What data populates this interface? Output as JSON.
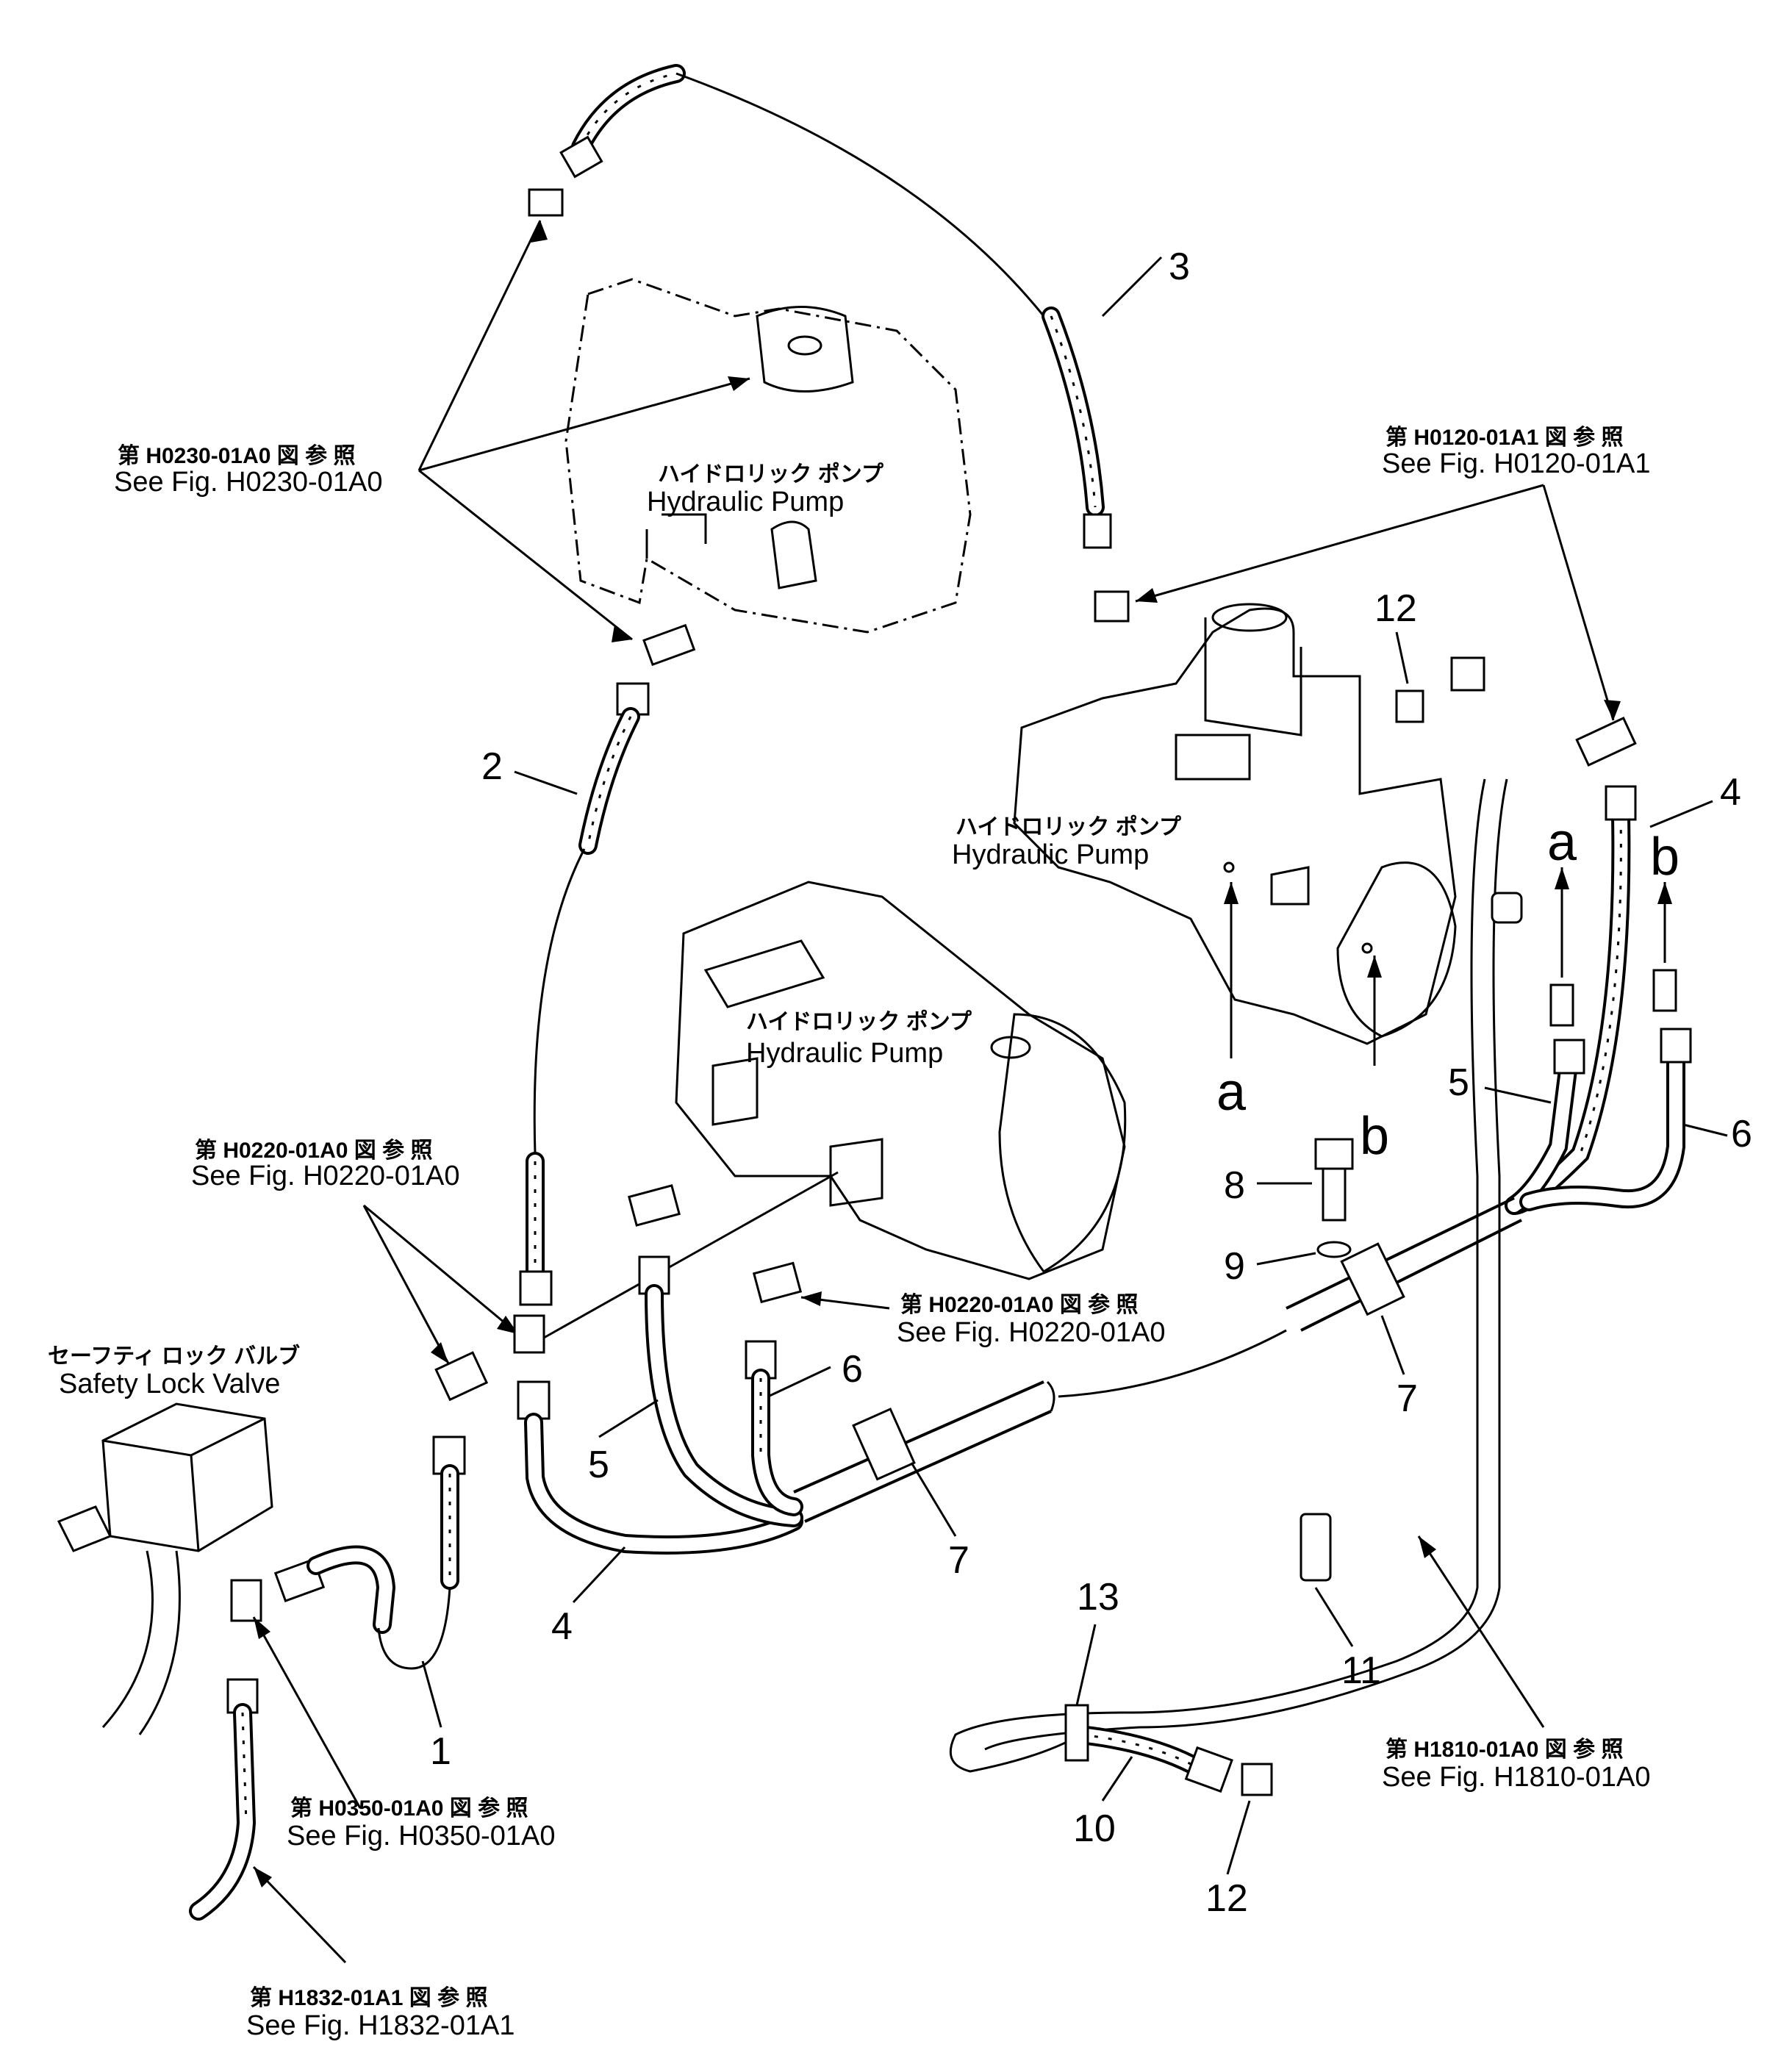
{
  "refs": {
    "h0230": {
      "jp": "第 H0230-01A0 図 参 照",
      "en": "See Fig. H0230-01A0"
    },
    "h0120": {
      "jp": "第 H0120-01A1 図 参 照",
      "en": "See Fig. H0120-01A1"
    },
    "h0220a": {
      "jp": "第 H0220-01A0 図 参 照",
      "en": "See Fig. H0220-01A0"
    },
    "h0220b": {
      "jp": "第 H0220-01A0 図 参 照",
      "en": "See Fig. H0220-01A0"
    },
    "h0350": {
      "jp": "第 H0350-01A0 図 参 照",
      "en": "See Fig. H0350-01A0"
    },
    "h1810": {
      "jp": "第 H1810-01A0 図 参 照",
      "en": "See Fig. H1810-01A0"
    },
    "h1832": {
      "jp": "第 H1832-01A1 図 参 照",
      "en": "See Fig. H1832-01A1"
    }
  },
  "components": {
    "pump_top": {
      "jp": "ハイドロリック ポンプ",
      "en": "Hydraulic Pump"
    },
    "pump_right": {
      "jp": "ハイドロリック ポンプ",
      "en": "Hydraulic Pump"
    },
    "pump_center": {
      "jp": "ハイドロリック ポンプ",
      "en": "Hydraulic Pump"
    },
    "safety_valve": {
      "jp": "セーフティ ロック バルブ",
      "en": "Safety Lock Valve"
    }
  },
  "callouts": {
    "p1": "1",
    "p2": "2",
    "p3": "3",
    "p4a": "4",
    "p4b": "4",
    "p5a": "5",
    "p5b": "5",
    "p6a": "6",
    "p6b": "6",
    "p7a": "7",
    "p7b": "7",
    "p8": "8",
    "p9": "9",
    "p10": "10",
    "p11": "11",
    "p12a": "12",
    "p12b": "12",
    "p13": "13"
  },
  "ports": {
    "a_top": "a",
    "b_top": "b",
    "a_bottom": "a",
    "b_bottom": "b"
  }
}
